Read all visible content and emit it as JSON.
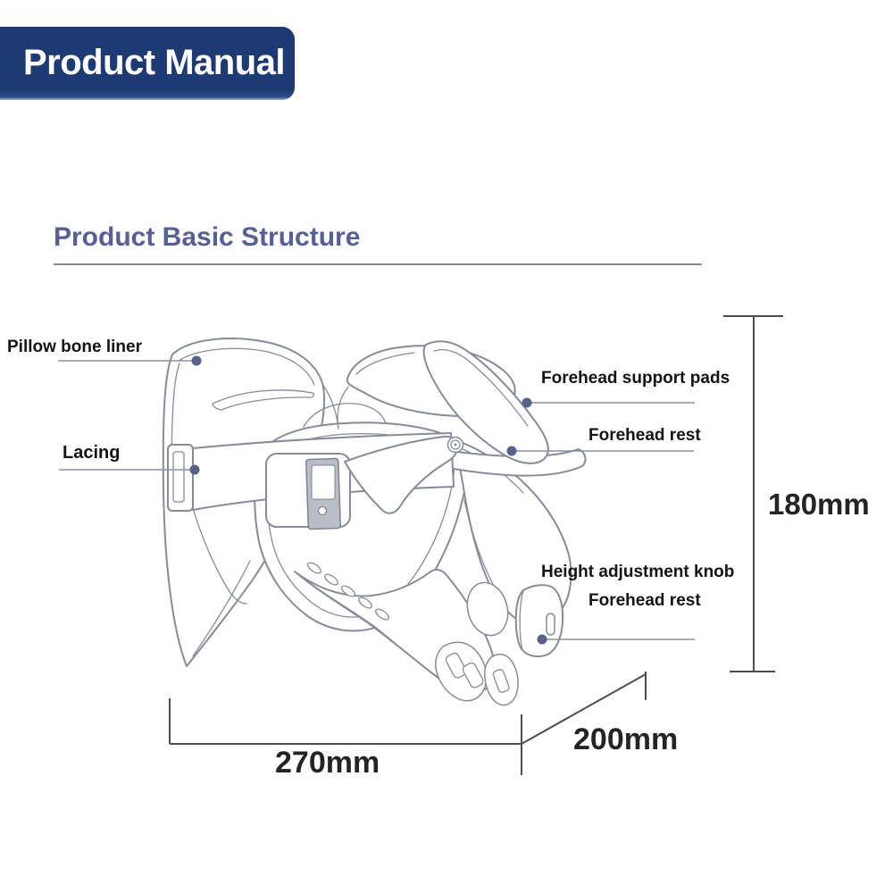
{
  "banner": {
    "title": "Product Manual"
  },
  "section": {
    "title": "Product Basic Structure"
  },
  "labels": {
    "pillow": "Pillow bone liner",
    "lacing": "Lacing",
    "pads": "Forehead support pads",
    "rest_upper": "Forehead rest",
    "knob": "Height adjustment knob",
    "rest_lower": "Forehead rest"
  },
  "dimensions": {
    "height": "180mm",
    "width": "270mm",
    "depth": "200mm"
  },
  "colors": {
    "banner_bg": "#1e3a74",
    "heading": "#575f94",
    "label_text": "#141414",
    "leader_line": "#8a90a0",
    "leader_dot": "#57618a",
    "line_art": "#878c98",
    "buckle_gray": "#b9bdc6",
    "dimension_line": "#4d4d4d"
  }
}
